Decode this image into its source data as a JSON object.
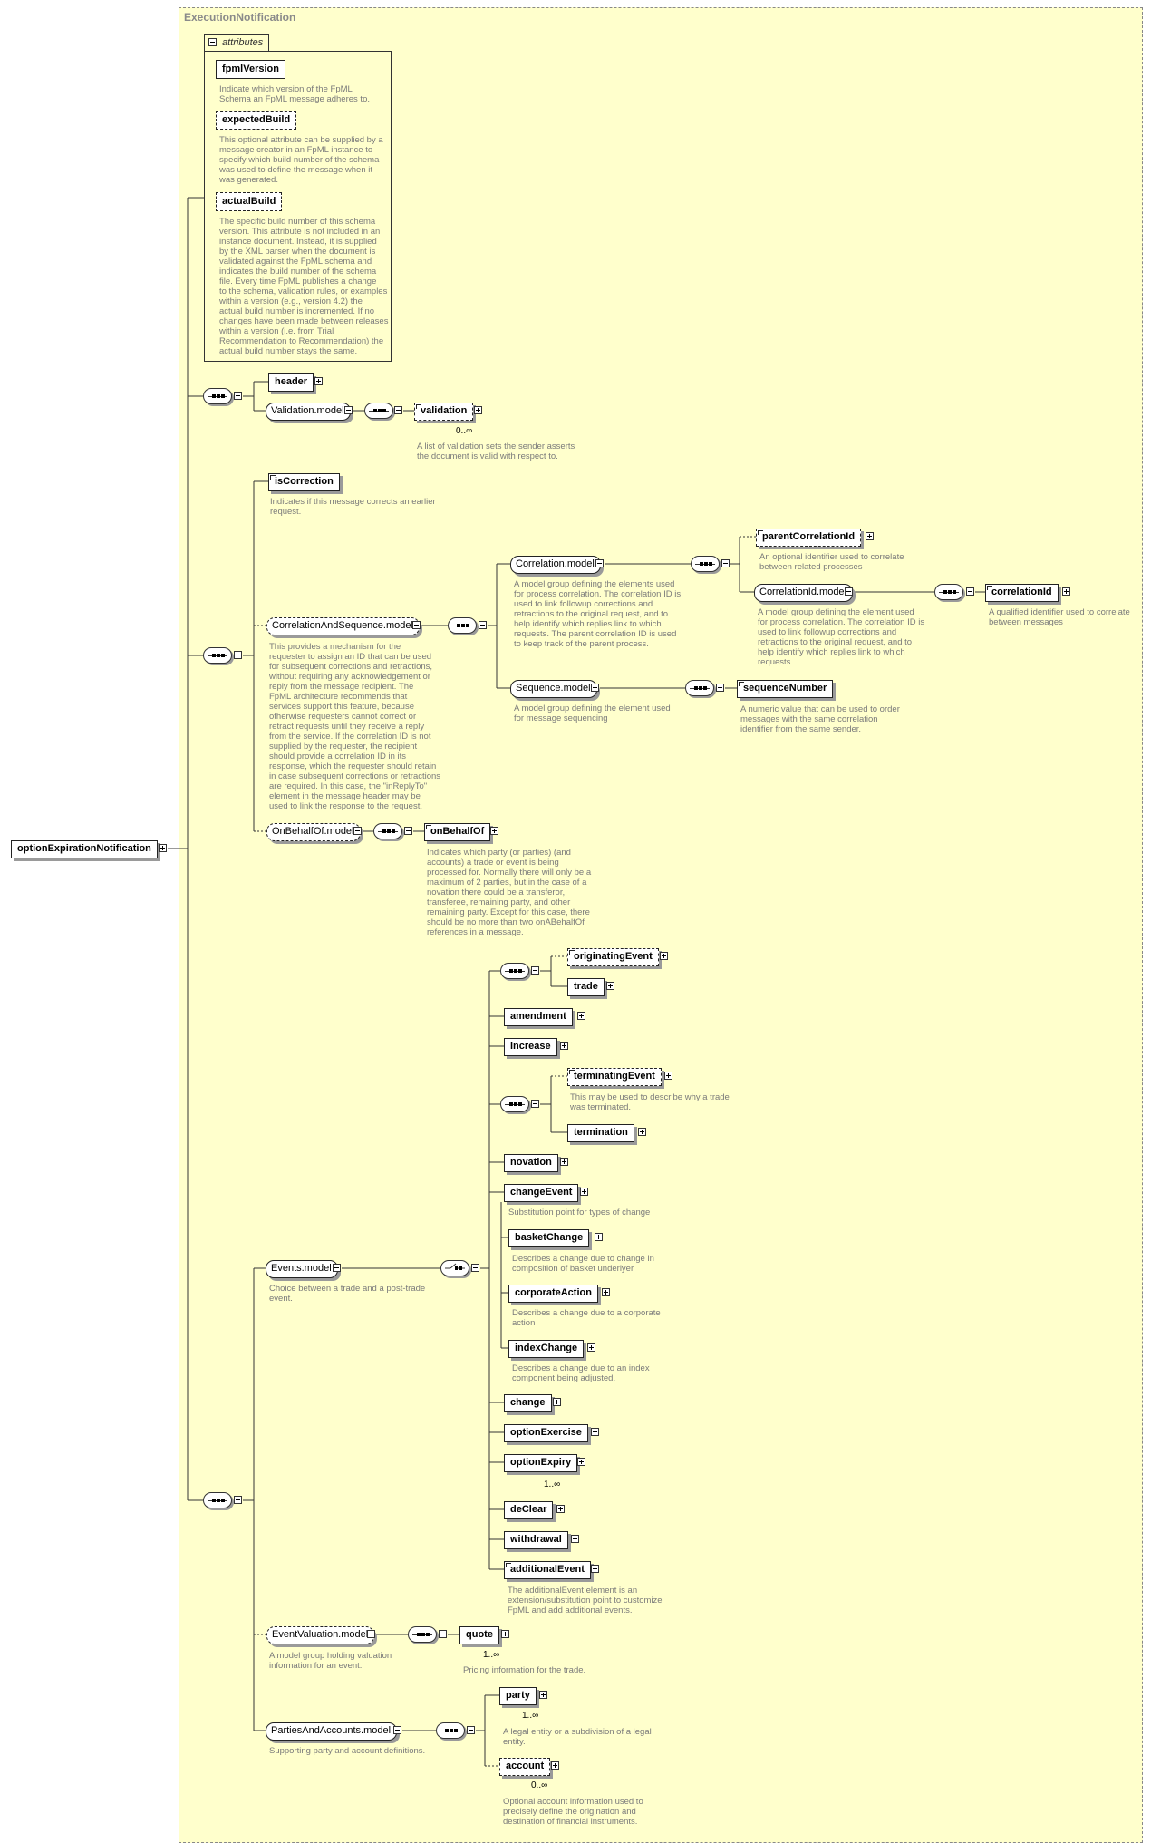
{
  "diagram": {
    "root": "optionExpirationNotification",
    "type_name": "ExecutionNotification",
    "attributes_label": "attributes",
    "attributes": [
      {
        "name": "fpmlVersion",
        "desc": "Indicate which version of the FpML\nSchema an FpML message adheres to."
      },
      {
        "name": "expectedBuild",
        "desc": "This optional attribute can be supplied by a\nmessage creator in an FpML instance to\nspecify which build number of the schema\nwas used to define the message when it\nwas generated."
      },
      {
        "name": "actualBuild",
        "desc": "The specific build number of this schema\nversion. This attribute is not included in an\ninstance document. Instead, it is supplied\nby the XML parser when the document is\nvalidated against the FpML schema and\nindicates the build number of the schema\nfile. Every time FpML publishes a change\nto the schema, validation rules, or examples\nwithin a version (e.g., version 4.2) the\nactual build number is incremented. If no\nchanges have been made between releases\nwithin a version (i.e. from Trial\nRecommendation to Recommendation) the\nactual build number stays the same."
      }
    ],
    "header": "header",
    "validation_model": "Validation.model",
    "validation": "validation",
    "validation_card": "0..∞",
    "validation_desc": "A list of validation sets the sender asserts\nthe document is valid with respect to.",
    "is_correction": "isCorrection",
    "is_correction_desc": "Indicates if this message corrects an earlier\nrequest.",
    "corr_seq_model": "CorrelationAndSequence.model",
    "corr_seq_desc": "This provides a mechanism for the\nrequester to assign an ID that can be used\nfor subsequent corrections and retractions,\nwithout requiring any acknowledgement or\nreply from the message recipient. The\nFpML architecture recommends that\nservices support this feature, because\notherwise requesters cannot correct or\nretract requests until they receive a reply\nfrom the service. If the correlation ID is not\nsupplied by the requester, the recipient\nshould provide a correlation ID in its\nresponse, which the requester should retain\nin case subsequent corrections or retractions\nare required. In this case, the \"inReplyTo\"\nelement in the message header may be\nused to link the response to the request.",
    "correlation_model": "Correlation.model",
    "correlation_desc": "A model group defining the elements used\nfor process correlation. The correlation ID is\nused to link followup corrections and\nretractions to the original request, and to\nhelp identify which replies link to which\nrequests. The parent correlation ID is used\nto keep track of the parent process.",
    "parent_corr_id": "parentCorrelationId",
    "parent_corr_id_desc": "An optional identifier used to correlate\nbetween related processes",
    "corr_id_model": "CorrelationId.model",
    "corr_id_model_desc": "A model group defining the element used\nfor process correlation. The correlation ID is\nused to link followup corrections and\nretractions to the original request, and to\nhelp identify which replies link to which\nrequests.",
    "corr_id": "correlationId",
    "corr_id_desc": "A qualified identifier used to correlate\nbetween messages",
    "sequence_model": "Sequence.model",
    "sequence_model_desc": "A model group defining the element used\nfor message sequencing",
    "sequence_number": "sequenceNumber",
    "sequence_number_desc": "A numeric value that can be used to order\nmessages with the same correlation\nidentifier from the same sender.",
    "on_behalf_of_model": "OnBehalfOf.model",
    "on_behalf_of": "onBehalfOf",
    "on_behalf_of_desc": "Indicates which party (or parties) (and\naccounts) a trade or event is being\nprocessed for. Normally there will only be a\nmaximum of 2 parties, but in the case of a\nnovation there could be a transferor,\ntransferee, remaining party, and other\nremaining party. Except for this case, there\nshould be no more than two onABehalfOf\nreferences in a message.",
    "events_model": "Events.model",
    "events_model_desc": "Choice between a trade and a post-trade\nevent.",
    "originating_event": "originatingEvent",
    "trade": "trade",
    "amendment": "amendment",
    "increase": "increase",
    "terminating_event": "terminatingEvent",
    "terminating_event_desc": "This may be used to describe why a trade\nwas terminated.",
    "termination": "termination",
    "novation": "novation",
    "change_event": "changeEvent",
    "change_event_desc": "Substitution point for types of change",
    "basket_change": "basketChange",
    "basket_change_desc": "Describes a change due to change in\ncomposition of basket underlyer",
    "corporate_action": "corporateAction",
    "corporate_action_desc": "Describes a change due to a corporate\naction",
    "index_change": "indexChange",
    "index_change_desc": "Describes a change due to an index\ncomponent being adjusted.",
    "change": "change",
    "option_exercise": "optionExercise",
    "option_expiry": "optionExpiry",
    "option_expiry_card": "1..∞",
    "de_clear": "deClear",
    "withdrawal": "withdrawal",
    "additional_event": "additionalEvent",
    "additional_event_desc": "The additionalEvent element is an\nextension/substitution point to customize\nFpML and add additional events.",
    "event_valuation_model": "EventValuation.model",
    "event_valuation_desc": "A model group holding valuation\ninformation for an event.",
    "quote": "quote",
    "quote_card": "1..∞",
    "quote_desc": "Pricing information for the trade.",
    "parties_model": "PartiesAndAccounts.model",
    "parties_desc": "Supporting party and account definitions.",
    "party": "party",
    "party_card": "1..∞",
    "party_desc": "A legal entity or a subdivision of a legal\nentity.",
    "account": "account",
    "account_card": "0..∞",
    "account_desc": "Optional account information used to\nprecisely define the origination and\ndestination of financial instruments."
  }
}
